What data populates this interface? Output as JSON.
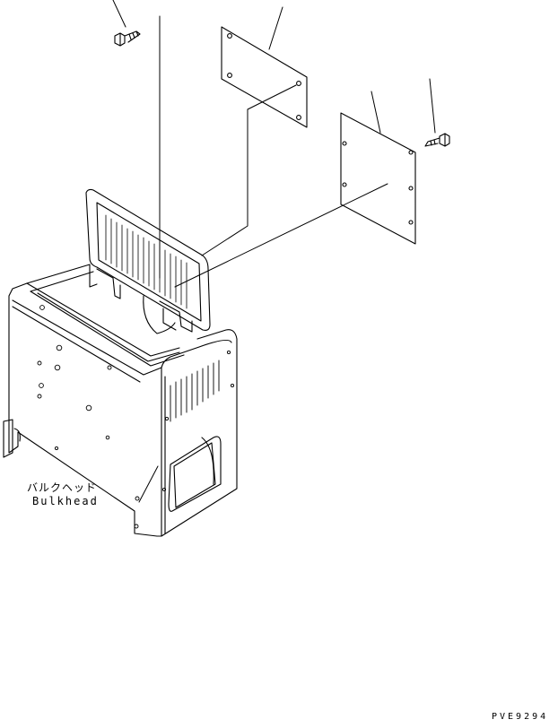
{
  "labels": {
    "bulkhead_jp": "バルクヘッド",
    "bulkhead_en": "Bulkhead",
    "drawing_code": "PVE9294"
  },
  "colors": {
    "line": "#000000",
    "background": "#ffffff"
  }
}
